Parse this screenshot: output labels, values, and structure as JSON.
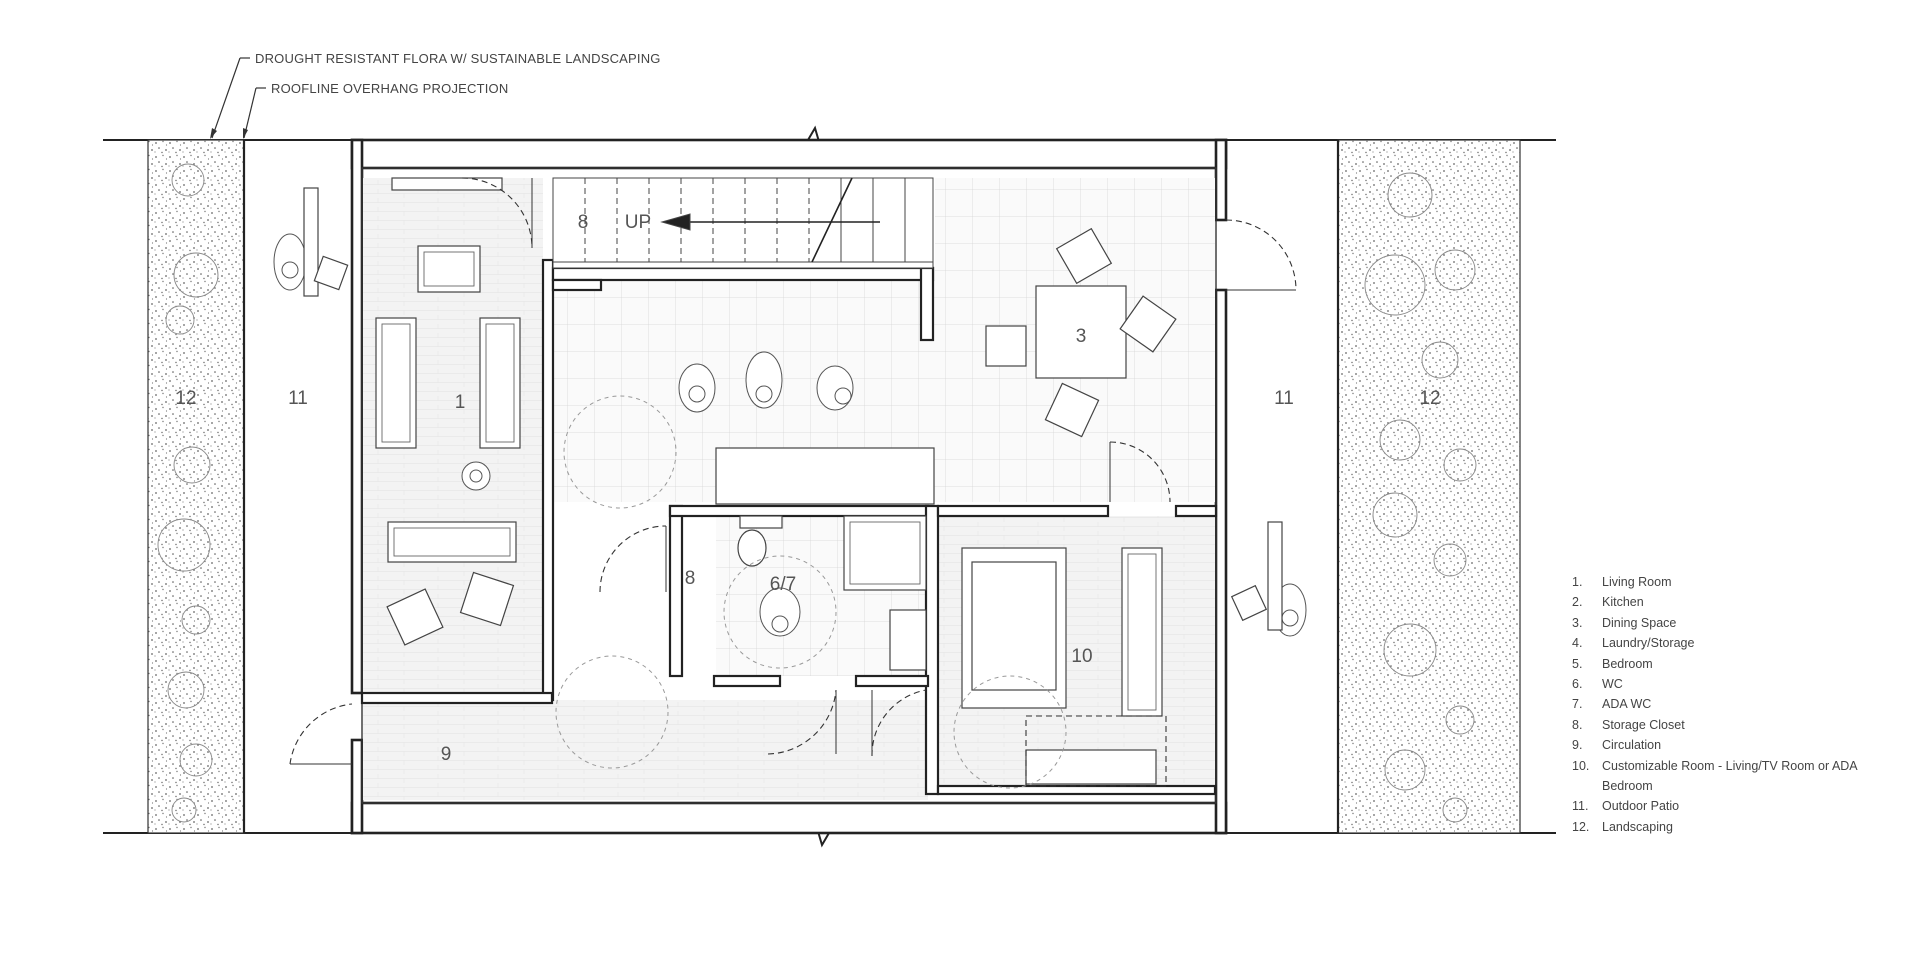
{
  "callouts": {
    "drought": "DROUGHT RESISTANT FLORA W/ SUSTAINABLE LANDSCAPING",
    "roofline": "ROOFLINE OVERHANG PROJECTION"
  },
  "rooms": {
    "landscaping_left": "12",
    "patio_left": "11",
    "living": "1",
    "storage_stair": "8",
    "stair_up": "UP",
    "dining": "3",
    "storage_closet": "8",
    "wc": "6/7",
    "custom_room": "10",
    "circulation": "9",
    "patio_right": "11",
    "landscaping_right": "12"
  },
  "legend": [
    {
      "num": "1.",
      "label": "Living Room"
    },
    {
      "num": "2.",
      "label": "Kitchen"
    },
    {
      "num": "3.",
      "label": "Dining Space"
    },
    {
      "num": "4.",
      "label": "Laundry/Storage"
    },
    {
      "num": "5.",
      "label": "Bedroom"
    },
    {
      "num": "6.",
      "label": "WC"
    },
    {
      "num": "7.",
      "label": "ADA WC"
    },
    {
      "num": "8.",
      "label": "Storage Closet"
    },
    {
      "num": "9.",
      "label": "Circulation"
    },
    {
      "num": "10.",
      "label": "Customizable Room - Living/TV Room or ADA Bedroom"
    },
    {
      "num": "11.",
      "label": "Outdoor Patio"
    },
    {
      "num": "12.",
      "label": "Landscaping"
    }
  ]
}
